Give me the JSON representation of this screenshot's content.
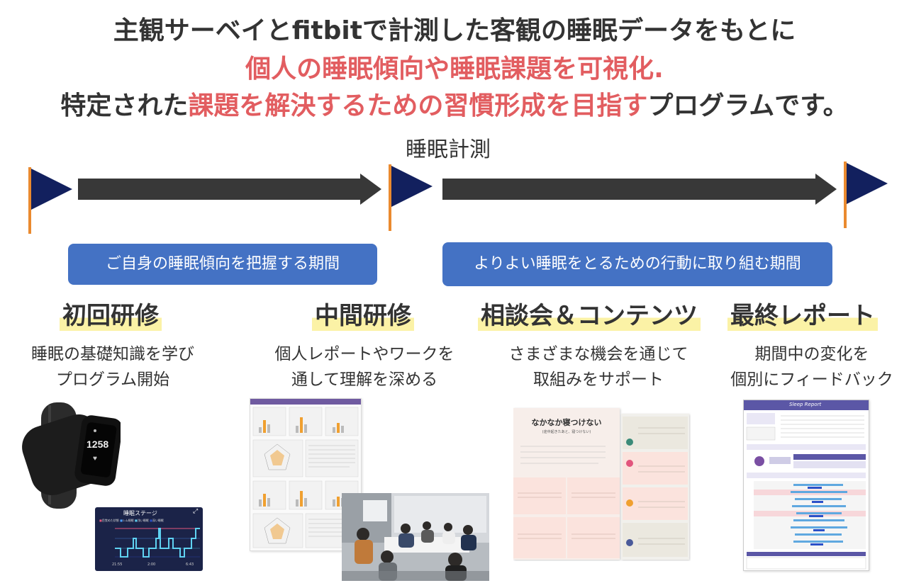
{
  "headline": {
    "line1": "主観サーベイとfitbitで計測した客観の睡眠データをもとに",
    "line2": "個人の睡眠傾向や睡眠課題を可視化.",
    "line3_prefix": "特定された",
    "line3_highlight": "課題を解決するための習慣形成を目指す",
    "line3_suffix": "プログラムです。"
  },
  "measurement_label": "睡眠計測",
  "periods": [
    {
      "label": "ご自身の睡眠傾向を把握する期間"
    },
    {
      "label": "よりよい睡眠をとるための行動に取り組む期間"
    }
  ],
  "stages": [
    {
      "title": "初回研修",
      "desc_line1": "睡眠の基礎知識を学び",
      "desc_line2": "プログラム開始"
    },
    {
      "title": "中間研修",
      "desc_line1": "個人レポートやワークを",
      "desc_line2": "通して理解を深める"
    },
    {
      "title": "相談会＆コンテンツ",
      "desc_line1": "さまざまな機会を通じて",
      "desc_line2": "取組みをサポート"
    },
    {
      "title": "最終レポート",
      "desc_line1": "期間中の変化を",
      "desc_line2": "個別にフィードバック"
    }
  ],
  "images": {
    "fitbit_time": "1258",
    "sleep_stage_title": "睡眠ステージ",
    "sleep_stage_legend": [
      "目覚めた状態",
      "レム睡眠",
      "浅い睡眠",
      "深い睡眠"
    ],
    "sleep_stage_axis": [
      "21:55",
      "2:00",
      "6:43"
    ],
    "content_card_title": "なかなか寝つけない",
    "content_card_subtitle": "(途中起きたあと、寝つけない)",
    "report_title": "Sleep Report"
  },
  "colors": {
    "accent_red": "#e25d60",
    "flag_navy": "#12205e",
    "pole_orange": "#ea8a2f",
    "period_blue": "#4472c4",
    "highlight_yellow": "#fbf2a6"
  }
}
